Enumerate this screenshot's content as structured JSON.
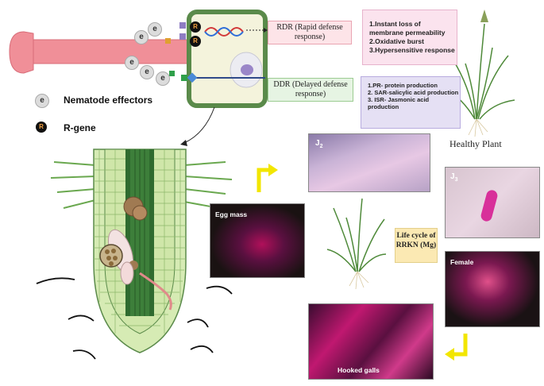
{
  "rdr_box": {
    "title": "RDR (Rapid defense response)"
  },
  "ddr_box": {
    "title": "DDR (Delayed defense response)"
  },
  "rdr_responses": [
    "1.Instant loss of membrane permeability",
    "2.Oxidative burst",
    "3.Hypersensitive response"
  ],
  "ddr_responses": [
    "1.PR- protein production",
    "2. SAR-salicylic acid production",
    "3. ISR- Jasmonic acid production"
  ],
  "legend": {
    "effector_symbol": "e",
    "effector_label": "Nematode effectors",
    "rgene_symbol": "R",
    "rgene_label": "R-gene"
  },
  "healthy_plant_label": "Healthy Plant",
  "life_cycle_label": "Life cycle of RRKN (Mg)",
  "stages": {
    "j2_label": "J",
    "j2_sub": "2",
    "j3_label": "J",
    "j3_sub": "3",
    "egg_mass": "Egg mass",
    "female": "Female",
    "hooked_galls": "Hooked galls"
  },
  "colors": {
    "root_tube": "#f08f98",
    "cell_wall": "#5a8a4a",
    "cell_fill": "#f4f3dc",
    "root_green": "#cfe6a9",
    "arrow_yellow": "#f2e600"
  }
}
